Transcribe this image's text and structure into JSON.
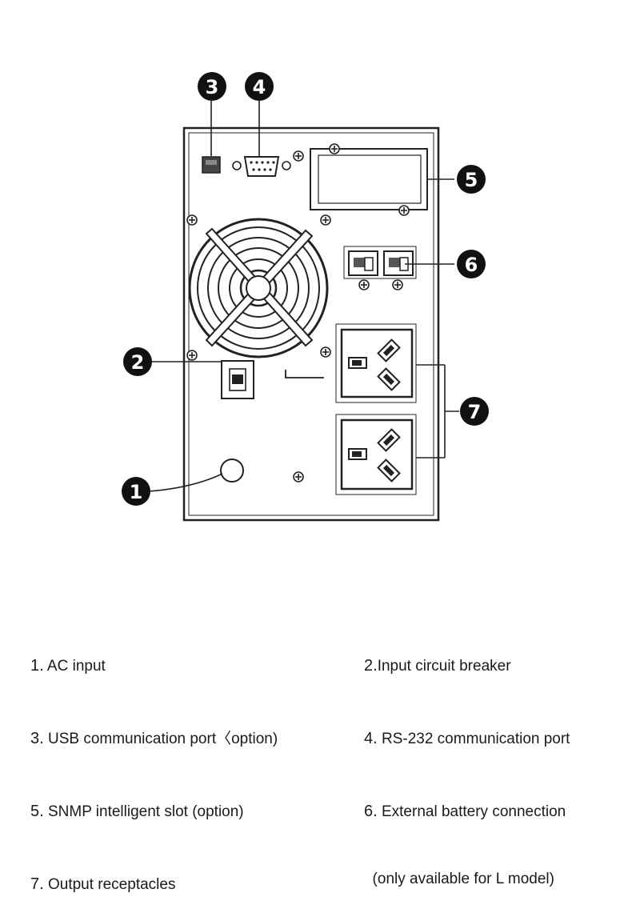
{
  "callouts": [
    "1",
    "2",
    "3",
    "4",
    "5",
    "6",
    "7"
  ],
  "legend": {
    "left": [
      {
        "num": "1.",
        "text": "AC input"
      },
      {
        "num": "3.",
        "text": "USB communication port〈option)"
      },
      {
        "num": "5.",
        "text": "SNMP intelligent slot (option)"
      },
      {
        "num": "7.",
        "text": "Output receptacles"
      }
    ],
    "right": [
      {
        "num": "2.",
        "text": "Input circuit breaker"
      },
      {
        "num": "4.",
        "text": "RS-232 communication port"
      },
      {
        "num": "6.",
        "text": "External battery connection"
      },
      {
        "num": "",
        "text": "  (only available for L model)"
      }
    ]
  }
}
